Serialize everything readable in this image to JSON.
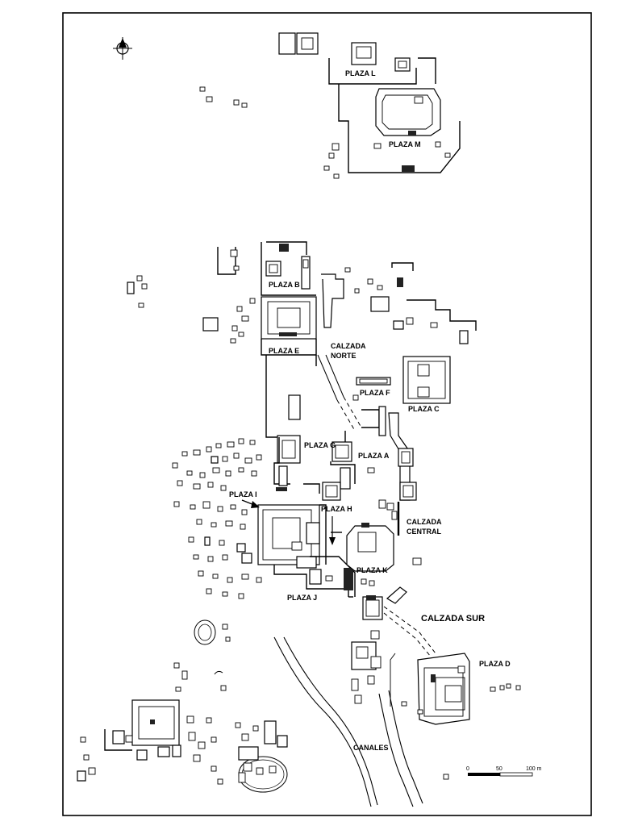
{
  "plazas": {
    "l": "PLAZA L",
    "m": "PLAZA M",
    "b": "PLAZA B",
    "e": "PLAZA E",
    "f": "PLAZA F",
    "c": "PLAZA C",
    "g": "PLAZA G",
    "a": "PLAZA A",
    "i": "PLAZA I",
    "h": "PLAZA H",
    "k": "PLAZA K",
    "j": "PLAZA J",
    "d": "PLAZA D"
  },
  "causeways": {
    "norte_1": "CALZADA",
    "norte_2": "NORTE",
    "central_1": "CALZADA",
    "central_2": "CENTRAL",
    "sur": "CALZADA SUR"
  },
  "canals": "CANALES",
  "scale_bar": {
    "start": "0",
    "mid": "50",
    "end": "100 m"
  },
  "north_arrow": "north-arrow-icon"
}
